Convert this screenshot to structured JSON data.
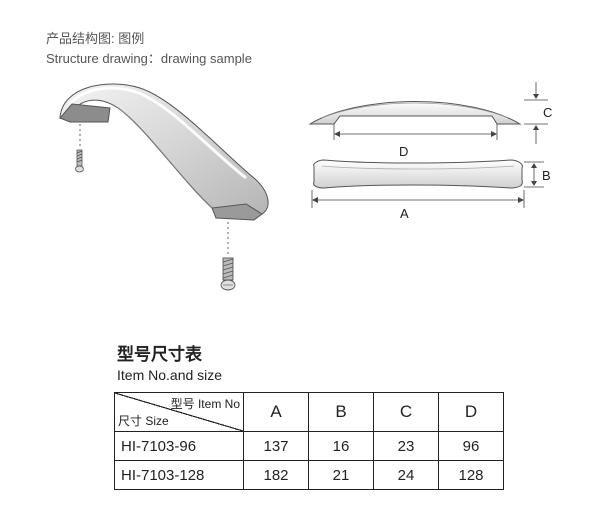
{
  "header": {
    "title_cn": "产品结构图: 图例",
    "title_en": "Structure drawing：drawing sample"
  },
  "drawing": {
    "dimension_labels": {
      "a": "A",
      "b": "B",
      "c": "C",
      "d": "D"
    }
  },
  "section": {
    "title_cn": "型号尺寸表",
    "title_en": "Item No.and size"
  },
  "table": {
    "corner_top": "型号 Item No",
    "corner_bottom": "尺寸 Size",
    "columns": [
      "A",
      "B",
      "C",
      "D"
    ],
    "rows": [
      {
        "item": "HI-7103-96",
        "values": [
          "137",
          "16",
          "23",
          "96"
        ]
      },
      {
        "item": "HI-7103-128",
        "values": [
          "182",
          "21",
          "24",
          "128"
        ]
      }
    ]
  }
}
